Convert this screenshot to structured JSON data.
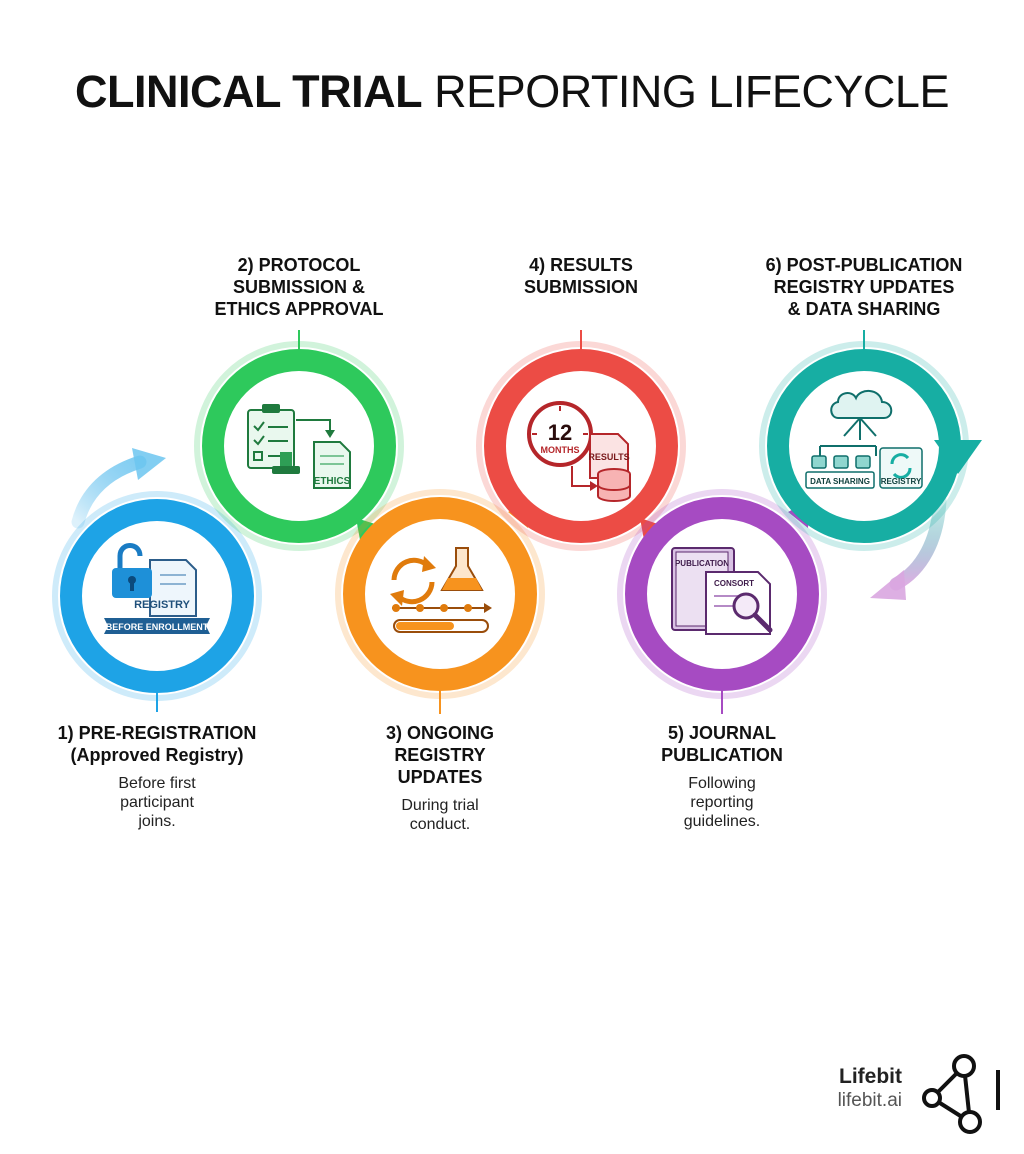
{
  "title": {
    "bold": "CLINICAL TRIAL",
    "light": "REPORTING LIFECYCLE"
  },
  "colors": {
    "step1": "#1ea3e6",
    "step2": "#2ec95c",
    "step3": "#f7931e",
    "step4": "#ec4c45",
    "step5": "#a64bc2",
    "step6": "#17aea3"
  },
  "steps": [
    {
      "heading": "1) PRE-REGISTRATION\n(Approved Registry)",
      "subtext": "Before first\nparticipant\njoins.",
      "icon": "unlocked-padlock-registry-document-icon",
      "icon_text": [
        "REGISTRY",
        "BEFORE ENROLLMENT"
      ]
    },
    {
      "heading": "2) PROTOCOL\nSUBMISSION &\nETHICS APPROVAL",
      "subtext": "",
      "icon": "checklist-clipboard-stamp-ethics-document-icon",
      "icon_text": [
        "ETHICS"
      ]
    },
    {
      "heading": "3) ONGOING\nREGISTRY\nUPDATES",
      "subtext": "During trial\nconduct.",
      "icon": "refresh-flask-timeline-progress-icon",
      "icon_text": []
    },
    {
      "heading": "4) RESULTS\nSUBMISSION",
      "subtext": "",
      "icon": "clock-results-database-icon",
      "icon_text": [
        "12",
        "MONTHS",
        "RESULTS"
      ]
    },
    {
      "heading": "5) JOURNAL\nPUBLICATION",
      "subtext": "Following\nreporting\nguidelines.",
      "icon": "publication-book-consort-magnifier-icon",
      "icon_text": [
        "PUBLICATION",
        "CONSORT"
      ]
    },
    {
      "heading": "6) POST-PUBLICATION\nREGISTRY UPDATES\n& DATA SHARING",
      "subtext": "",
      "icon": "cloud-data-sharing-registry-sync-icon",
      "icon_text": [
        "DATA SHARING",
        "REGISTRY"
      ]
    }
  ],
  "brand": {
    "name": "Lifebit",
    "url": "lifebit.ai"
  }
}
